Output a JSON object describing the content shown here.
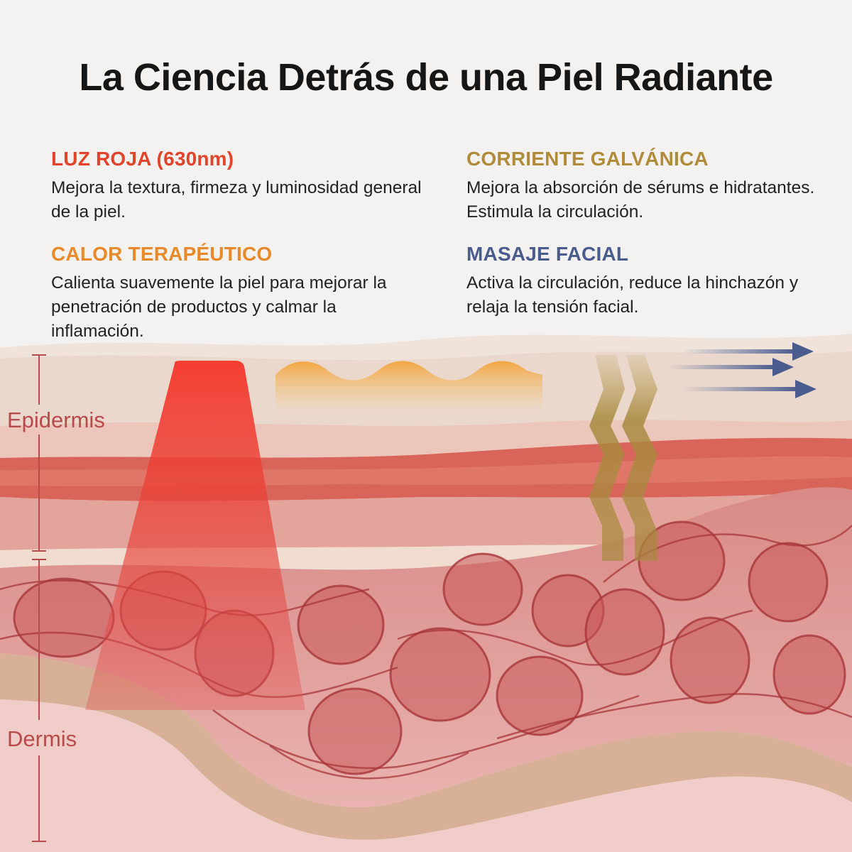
{
  "title": "La Ciencia Detrás de una Piel Radiante",
  "features": {
    "red_light": {
      "heading": "LUZ ROJA (630nm)",
      "text": "Mejora la textura, firmeza y luminosidad general de la piel.",
      "color": "#e2432a"
    },
    "heat": {
      "heading": "CALOR TERAPÉUTICO",
      "text": "Calienta suavemente la piel para mejorar la penetración de productos y calmar la inflamación.",
      "color": "#e8892a"
    },
    "galvanic": {
      "heading": "CORRIENTE GALVÁNICA",
      "text": "Mejora la absorción de sérums e hidratantes. Estimula la circulación.",
      "color": "#b08c3a"
    },
    "massage": {
      "heading": "MASAJE FACIAL",
      "text": "Activa la circulación, reduce la hinchazón y relaja la tensión facial.",
      "color": "#4a5c8e"
    }
  },
  "layers": {
    "epidermis": "Epidermis",
    "dermis": "Dermis"
  },
  "icons": [
    "red-light-beam",
    "heat-wave",
    "galvanic-chevron",
    "massage-arrow"
  ]
}
